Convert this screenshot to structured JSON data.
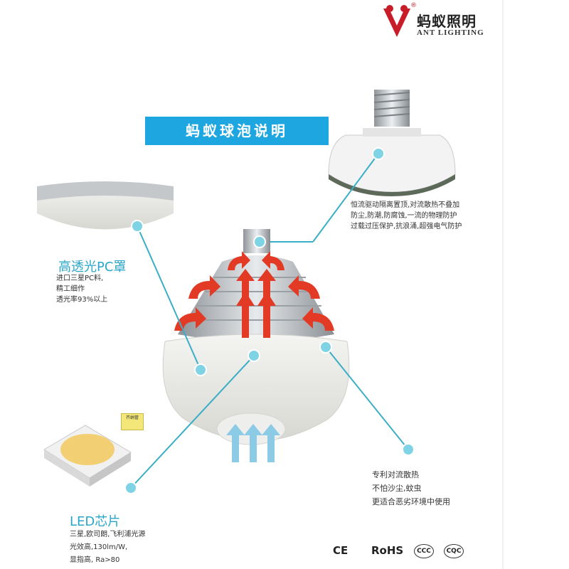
{
  "logo": {
    "icon": "ant-v-logo",
    "name_cn": "蚂蚁照明",
    "name_en": "ANT LIGHTING",
    "registered": "®",
    "brand_color": "#c81d28"
  },
  "banner": {
    "title": "蚂蚁球泡说明",
    "color": "#1ea6e0"
  },
  "cover": {
    "title": "高透光PC罩",
    "lines": [
      "进口三星PC料,",
      "精工细作",
      "透光率93%以上"
    ]
  },
  "driver": {
    "lines": [
      "恒流驱动隔离置顶,对流散热不叠加",
      "防尘,防潮,防腐蚀,一流的物理防护",
      "过载过压保护,抗浪涌,超强电气防护"
    ]
  },
  "convection": {
    "lines": [
      "专利对流散热",
      "不怕沙尘,蚊虫",
      "更适合恶劣环境中使用"
    ]
  },
  "led": {
    "title": "LED芯片",
    "tag": "齐纳管",
    "lines": [
      "三星,欧司朗,飞利浦光源",
      "光效高,130lm/W,",
      "显指高, Ra>80"
    ]
  },
  "certifications": [
    "CE",
    "RoHS",
    "CCC",
    "CQC"
  ],
  "accent_color": "#2aa6c9"
}
